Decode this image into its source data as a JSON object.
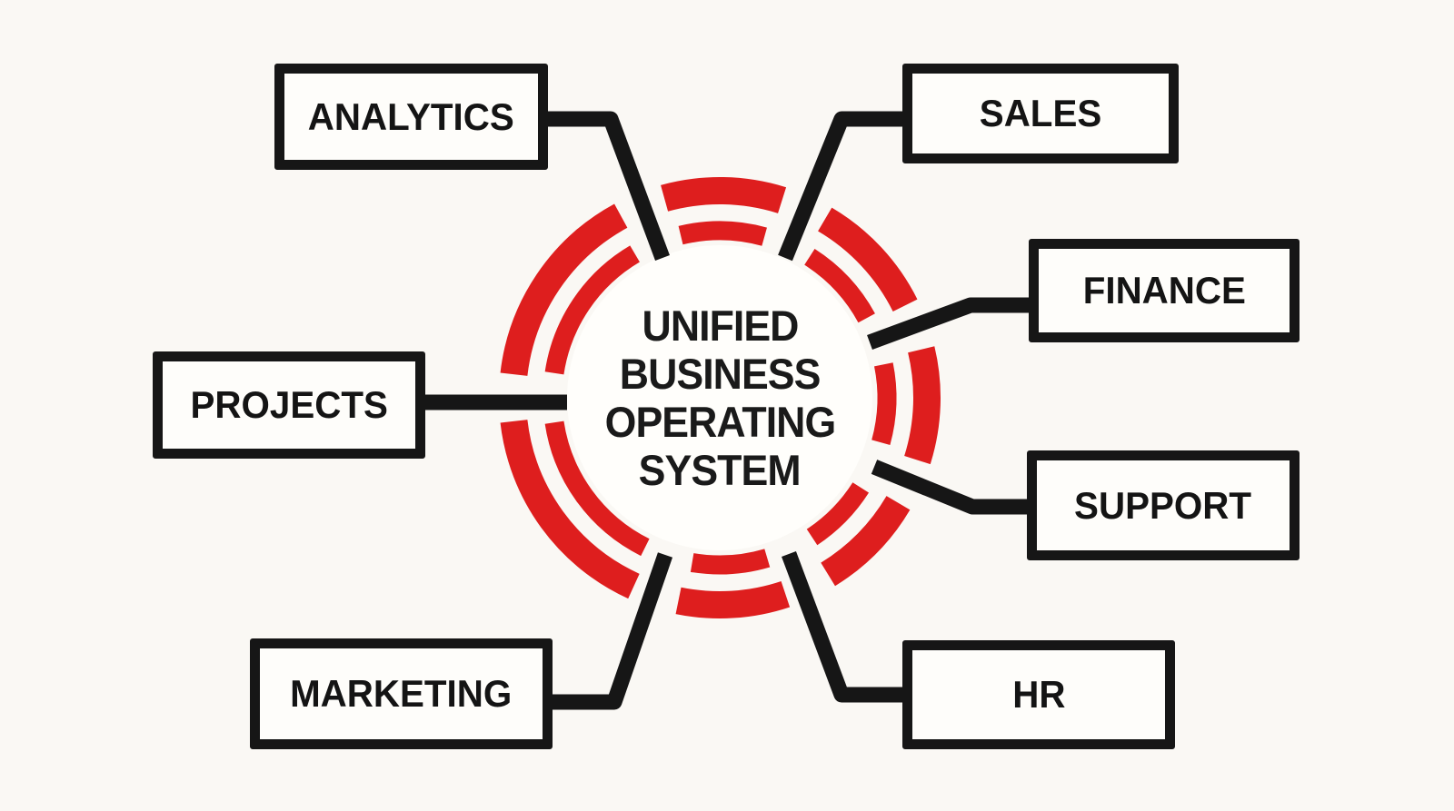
{
  "diagram": {
    "title_circle": {
      "lines": [
        "UNIFIED",
        "BUSINESS",
        "OPERATING",
        "SYSTEM"
      ]
    },
    "nodes": [
      {
        "id": "analytics",
        "label": "ANALYTICS"
      },
      {
        "id": "sales",
        "label": "SALES"
      },
      {
        "id": "finance",
        "label": "FINANCE"
      },
      {
        "id": "support",
        "label": "SUPPORT"
      },
      {
        "id": "hr",
        "label": "HR"
      },
      {
        "id": "marketing",
        "label": "MARKETING"
      },
      {
        "id": "projects",
        "label": "PROJECTS"
      }
    ],
    "colors": {
      "ring_red": "#de1e1e",
      "line_black": "#161616",
      "background": "#faf8f4",
      "box_fill": "#fefdfa",
      "text_black": "#141414"
    }
  }
}
